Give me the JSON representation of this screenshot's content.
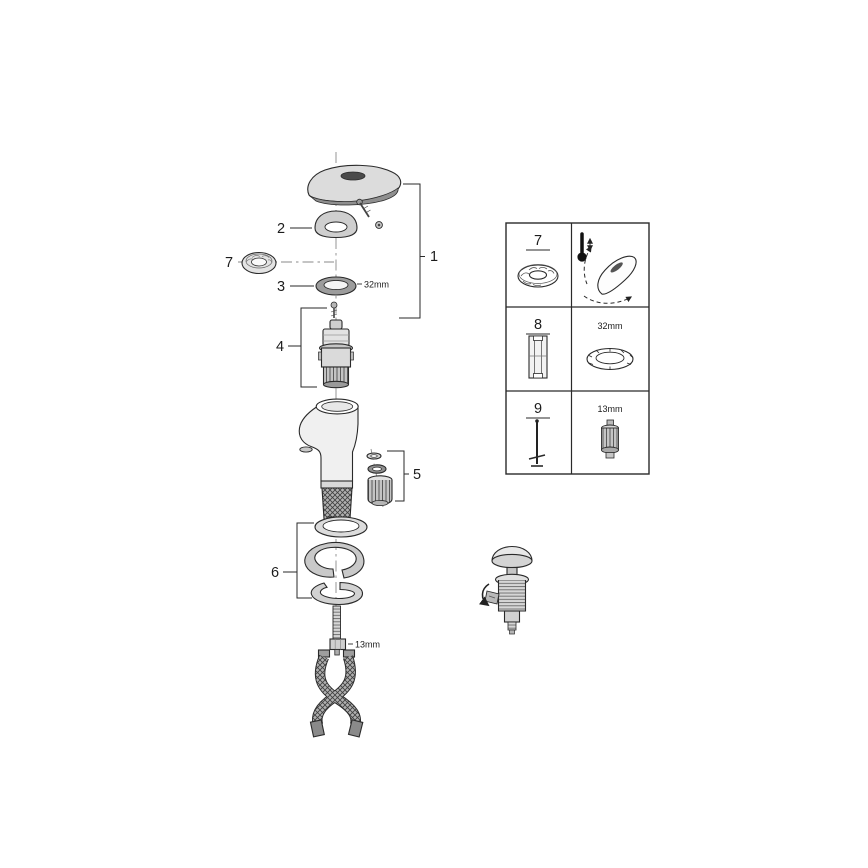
{
  "callouts": {
    "n1": "1",
    "n2": "2",
    "n3": "3",
    "n4": "4",
    "n5": "5",
    "n6": "6",
    "n7": "7"
  },
  "dimensions": {
    "ring": "32mm",
    "stud": "13mm"
  },
  "legend": {
    "rows": [
      {
        "num": "7"
      },
      {
        "num": "8",
        "dim": "32mm"
      },
      {
        "num": "9",
        "dim": "13mm"
      }
    ]
  }
}
